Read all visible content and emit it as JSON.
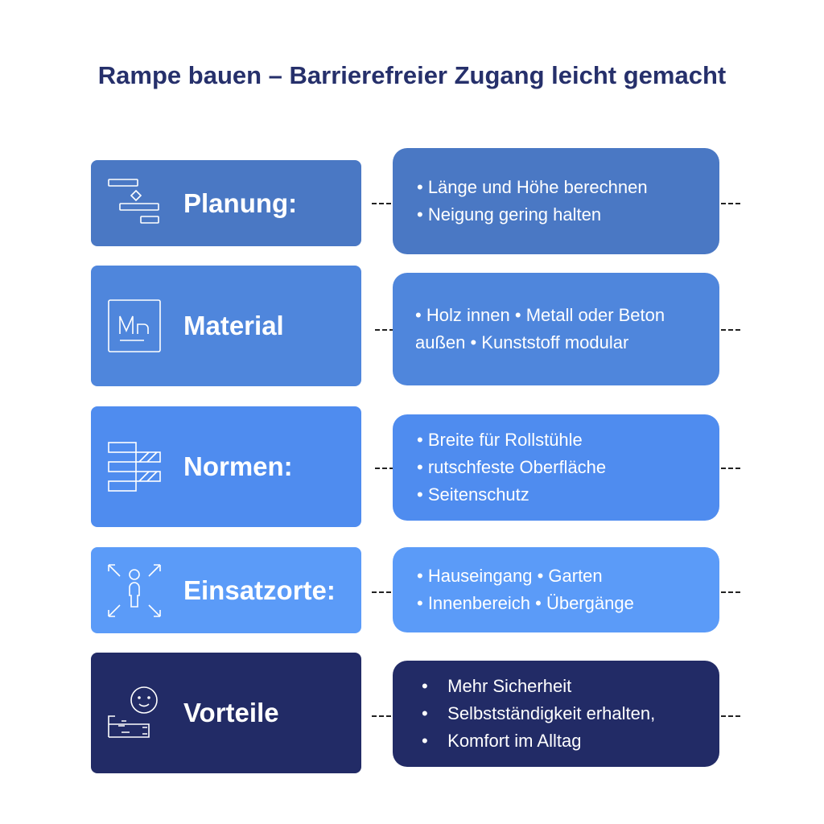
{
  "title": "Rampe bauen – Barrierefreier Zugang leicht gemacht",
  "rows": [
    {
      "label": "Planung:",
      "icon": "gantt-chart-icon",
      "color": "#4a78c4",
      "items": [
        "• Länge und Höhe berechnen",
        "• Neigung gering halten"
      ]
    },
    {
      "label": "Material",
      "icon": "element-mn-icon",
      "color": "#4f86dc",
      "items": [
        "• Holz innen • Metall oder Beton außen • Kunststoff modular"
      ]
    },
    {
      "label": "Normen:",
      "icon": "stacked-bars-icon",
      "color": "#4f8cef",
      "items": [
        "• Breite für Rollstühle",
        "• rutschfeste Oberfläche",
        "• Seitenschutz"
      ]
    },
    {
      "label": "Einsatzorte:",
      "icon": "person-expand-icon",
      "color": "#5b9bf8",
      "items": [
        "• Hauseingang • Garten",
        "• Innenbereich • Übergänge"
      ]
    },
    {
      "label": "Vorteile",
      "icon": "smiley-person-icon",
      "color": "#222b66",
      "items": [
        "•    Mehr Sicherheit",
        "•    Selbstständigkeit erhalten,",
        "•    Komfort im Alltag"
      ]
    }
  ]
}
